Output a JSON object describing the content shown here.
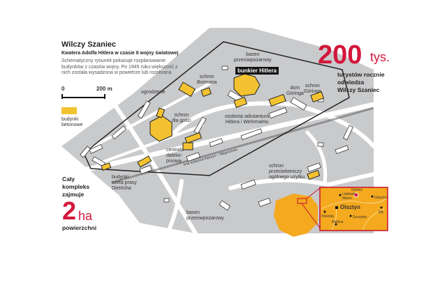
{
  "title": "Wilczy Szaniec",
  "subtitle": "Kwatera Adolfa Hitlera w czasie II wojny światowej",
  "description": "Schematyczny rysunek pokazuje rozplanowanie budynków z czasów wojny. Po 1945 roku większość z nich została wysadzona w powietrze lub rozebrana",
  "scale": {
    "zero": "0",
    "end": "200 m"
  },
  "legend": {
    "label": "budynki betonowe",
    "color": "#f2c230"
  },
  "stat_visitors": {
    "value": "200",
    "unit": "tys.",
    "text": [
      "turystów rocznie",
      "odwiedza",
      "Wilczy Szaniec"
    ]
  },
  "stat_area": {
    "text": [
      "Cały",
      "kompleks",
      "zajmuje"
    ],
    "value": "2",
    "unit": "ha",
    "after": "powierzchni"
  },
  "labels": {
    "ogrodzenie": "ogrodzenie",
    "basen_top": [
      "basen",
      "przeciwpożarowy"
    ],
    "bunkier": "bunkier Hitlera",
    "schron_bormana": [
      "schron",
      "Bormana"
    ],
    "dom_goringa": [
      "dom",
      "Göringa"
    ],
    "schron_goringa": [
      "schron",
      "Göringa"
    ],
    "schron_gosci": [
      "schron",
      "dla gości"
    ],
    "adiutantura": [
      "osobista adiutantura",
      "Hitlera i Wehrmahtu"
    ],
    "centrala": [
      "centrala",
      "daleko-",
      "pisowa"
    ],
    "szefa_prasy": [
      "budynki",
      "szefa prasy",
      "Dietricha"
    ],
    "kolej": "linia kolejowa Kętrzyn – Węgorzewo",
    "basen_bottom": [
      "basen",
      "przeciwpożarowy"
    ],
    "schron_ogolny": [
      "schron",
      "przeciwlotniczy",
      "ogólnego użytku"
    ]
  },
  "inset": {
    "cities": [
      "Lidzbark Warm.",
      "Gierłoż",
      "Giżycko",
      "Olsztyn",
      "Ełk",
      "Ostróda",
      "Szczytno",
      "Nidzica"
    ]
  },
  "colors": {
    "accent": "#d3183c",
    "concrete": "#f2c230",
    "ground": "#c9cacc",
    "inset": "#f4a91f"
  }
}
